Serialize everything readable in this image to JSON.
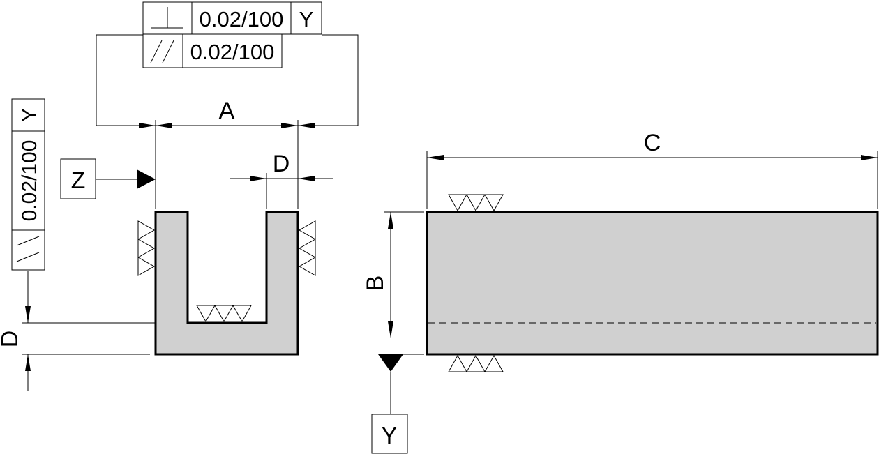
{
  "dims": {
    "a": "A",
    "b": "B",
    "c": "C",
    "d": "D"
  },
  "datums": {
    "y": "Y",
    "z": "Z"
  },
  "tolerances": {
    "perpendicularity": {
      "value": "0.02/100",
      "datum": "Y"
    },
    "parallelism_top": {
      "value": "0.02/100"
    },
    "parallelism_side": {
      "value": "0.02/100",
      "datum": "Y"
    }
  },
  "colors": {
    "part_fill": "#d0d0d0",
    "line": "#000000",
    "background": "#ffffff"
  },
  "symbols": {
    "perpendicular": "perpendicularity-icon",
    "parallel": "parallelism-icon",
    "surface_finish": "surface-finish-triangles-icon"
  }
}
